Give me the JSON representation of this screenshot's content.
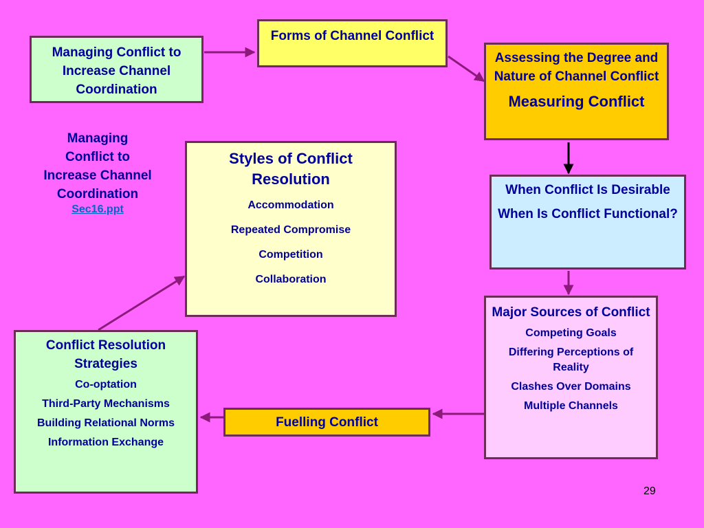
{
  "diagram": {
    "forms": {
      "title": "Forms of Channel Conflict"
    },
    "managing": {
      "title": "Managing Conflict to Increase Channel Coordination"
    },
    "assessing": {
      "title": "Assessing the Degree and Nature of Channel Conflict",
      "subtitle": "Measuring Conflict"
    },
    "styles": {
      "title": "Styles of Conflict Resolution",
      "items": [
        "Accommodation",
        "Repeated Compromise",
        "Competition",
        "Collaboration"
      ]
    },
    "desirable": {
      "line1": "When Conflict Is Desirable",
      "line2": "When Is Conflict Functional?"
    },
    "sources": {
      "title": "Major Sources of Conflict",
      "items": [
        "Competing Goals",
        "Differing Perceptions of Reality",
        "Clashes Over Domains",
        "Multiple Channels"
      ]
    },
    "fuelling": {
      "title": "Fuelling Conflict"
    },
    "resolution": {
      "title": "Conflict Resolution Strategies",
      "items": [
        "Co-optation",
        "Third-Party Mechanisms",
        "Building Relational Norms",
        "Information Exchange"
      ]
    },
    "side_note": {
      "text": "Managing Conflict to Increase Channel Coordination",
      "link": "Sec16.ppt"
    },
    "page_number": "29"
  },
  "colors": {
    "background": "#FF66FF",
    "text": "#000099",
    "border": "#6D2C55",
    "arrow_purple": "#8B1A7A",
    "arrow_black": "#000000"
  }
}
